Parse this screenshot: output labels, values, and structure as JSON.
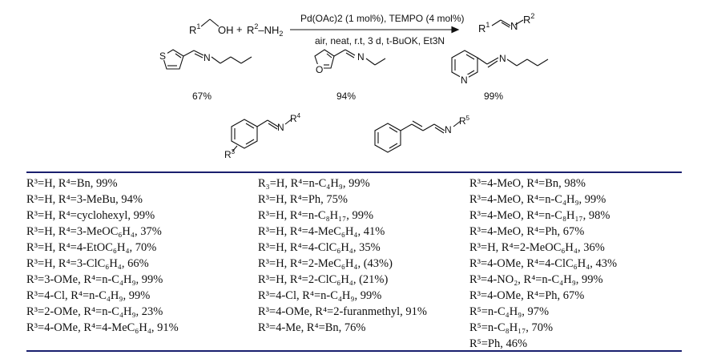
{
  "scheme": {
    "reactant1_R": "R",
    "reactant1_sup": "1",
    "reactant1_OH": "OH",
    "plus": "+",
    "reactant2_R": "R",
    "reactant2_sup": "2",
    "reactant2_NH": "–NH",
    "reactant2_sub": "2",
    "conditions_top": "Pd(OAc)2 (1 mol%), TEMPO (4 mol%)",
    "conditions_bottom": "air, neat, r.t, 3 d, t-BuOK, Et3N",
    "product_R1": "R",
    "product_R1_sup": "1",
    "product_N": "N",
    "product_R2": "R",
    "product_R2_sup": "2"
  },
  "examples": [
    {
      "atom": "S",
      "N": "N",
      "yield": "67%"
    },
    {
      "atom": "O",
      "N": "N",
      "yield": "94%"
    },
    {
      "atom": "N",
      "N": "N",
      "yield": "99%"
    }
  ],
  "generic": {
    "aryl_N": "N",
    "aryl_R4": "R",
    "aryl_R4_sup": "4",
    "aryl_R3": "R",
    "aryl_R3_sup": "3",
    "cinn_N": "N",
    "cinn_R5": "R",
    "cinn_R5_sup": "5"
  },
  "table": {
    "col1": [
      "R³=H, R⁴=Bn, 99%",
      "R³=H, R⁴=3-MeBu, 94%",
      "R³=H, R⁴=cyclohexyl, 99%",
      "R³=H, R⁴=3-MeOC₆H₄, 37%",
      "R³=H, R⁴=4-EtOC₆H₄, 70%",
      "R³=H, R⁴=3-ClC₆H₄, 66%",
      "R³=3-OMe, R⁴=n-C₄H₉, 99%",
      "R³=4-Cl, R⁴=n-C₄H₉, 99%",
      "R³=2-OMe, R⁴=n-C₄H₉, 23%",
      "R³=4-OMe, R⁴=4-MeC₆H₄, 91%"
    ],
    "col2": [
      "R₃=H, R⁴=n-C₄H₉, 99%",
      "R³=H, R⁴=Ph, 75%",
      "R³=H, R⁴=n-C₈H₁₇, 99%",
      "R³=H, R⁴=4-MeC₆H₄, 41%",
      "R³=H, R⁴=4-ClC₆H₄, 35%",
      "R³=H, R⁴=2-MeC₆H₄, (43%)",
      "R³=H, R⁴=2-ClC₆H₄, (21%)",
      "R³=4-Cl, R⁴=n-C₄H₉, 99%",
      "R³=4-OMe, R⁴=2-furanmethyl, 91%",
      "R³=4-Me, R⁴=Bn, 76%"
    ],
    "col3": [
      "R³=4-MeO, R⁴=Bn, 98%",
      "R³=4-MeO, R⁴=n-C₄H₉, 99%",
      "R³=4-MeO, R⁴=n-C₈H₁₇, 98%",
      "R³=4-MeO, R⁴=Ph, 67%",
      "R³=H, R⁴=2-MeOC₆H₄, 36%",
      "R³=4-OMe, R⁴=4-ClC₆H₄, 43%",
      "R³=4-NO₂, R⁴=n-C₄H₉, 99%",
      "R³=4-OMe, R⁴=Ph, 67%",
      "R⁵=n-C₄H₉, 97%",
      "R⁵=n-C₈H₁₇, 70%",
      "R⁵=Ph, 46%"
    ]
  }
}
